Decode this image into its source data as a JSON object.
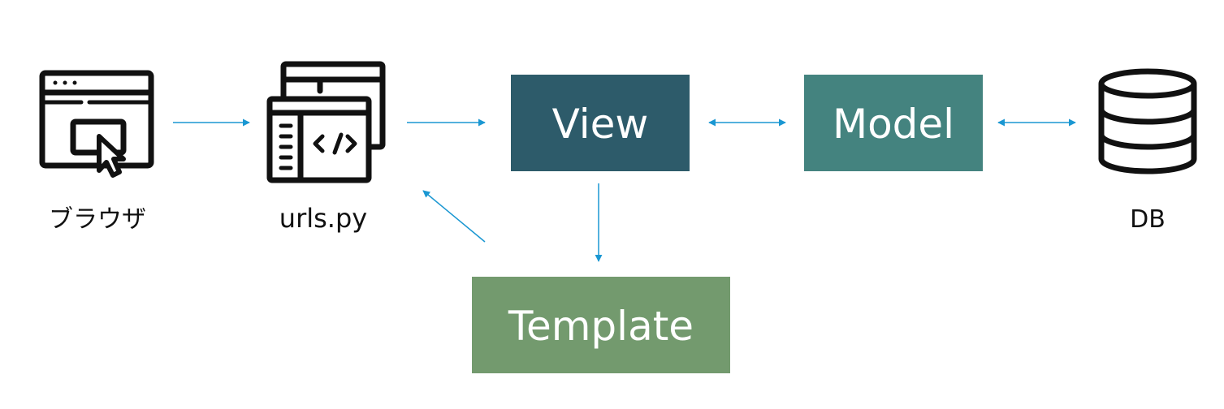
{
  "nodes": {
    "browser": {
      "label": "ブラウザ",
      "icon": "browser-click-icon"
    },
    "urls": {
      "label": "urls.py",
      "icon": "code-windows-icon"
    },
    "view": {
      "label": "View",
      "color": "#2d5b6a"
    },
    "model": {
      "label": "Model",
      "color": "#44837f"
    },
    "template": {
      "label": "Template",
      "color": "#739a6e"
    },
    "db": {
      "label": "DB",
      "icon": "database-icon"
    }
  },
  "arrow_color": "#1a97d2",
  "edges": [
    {
      "from": "browser",
      "to": "urls",
      "direction": "one-way"
    },
    {
      "from": "urls",
      "to": "view",
      "direction": "one-way"
    },
    {
      "from": "view",
      "to": "model",
      "direction": "two-way"
    },
    {
      "from": "model",
      "to": "db",
      "direction": "two-way"
    },
    {
      "from": "view",
      "to": "template",
      "direction": "one-way"
    },
    {
      "from": "template",
      "to": "urls",
      "direction": "one-way"
    }
  ]
}
